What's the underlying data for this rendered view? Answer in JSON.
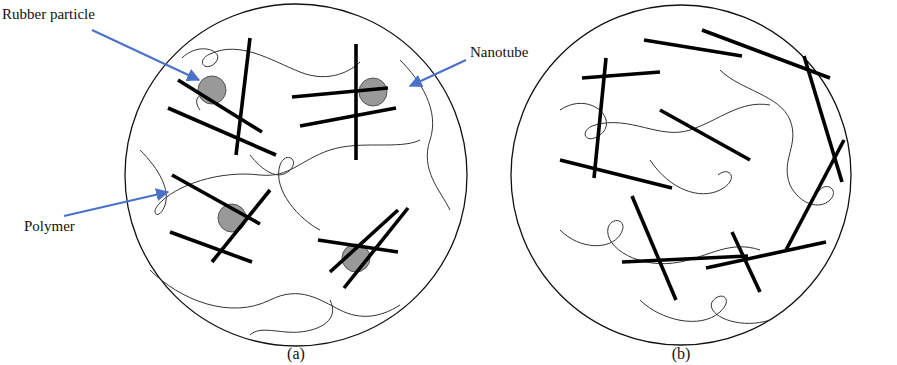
{
  "diagram": {
    "labels": [
      "Rubber particle",
      "Nanotube",
      "Polymer",
      "(a)",
      "(b)"
    ]
  }
}
